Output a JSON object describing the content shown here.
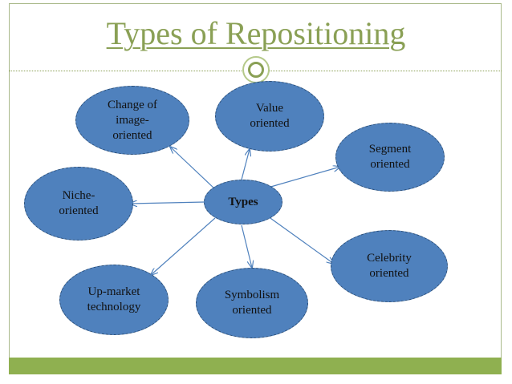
{
  "title": "Types of  Repositioning",
  "colors": {
    "title": "#8aa055",
    "node_fill": "#4f81bd",
    "arrow": "#4f81bd",
    "footer_bar": "#8fb050"
  },
  "diagram": {
    "center": "Types",
    "nodes": {
      "change_of_image": "Change of\nimage-\noriented",
      "value": "Value\noriented",
      "segment": "Segment\noriented",
      "niche": "Niche-\noriented",
      "celebrity": "Celebrity\noriented",
      "upmarket": "Up-market\ntechnology",
      "symbolism": "Symbolism\noriented"
    }
  }
}
